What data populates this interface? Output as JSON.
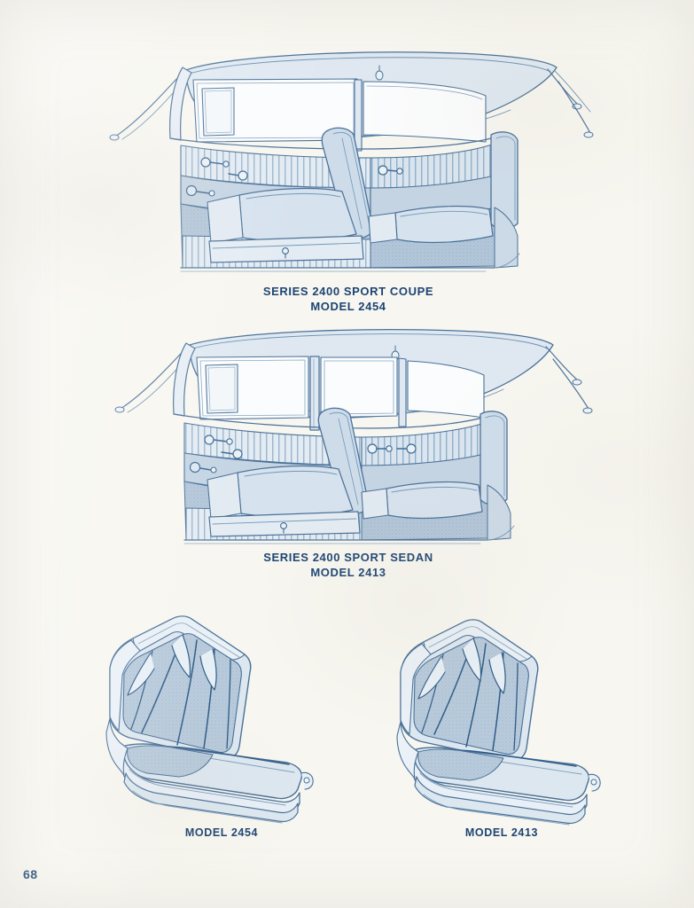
{
  "page": {
    "number": "68",
    "background_color": "#f7f6f0",
    "ink_color": "#1d4472",
    "line_color": "#4a7198",
    "fill_light": "#dce6ef",
    "fill_mid": "#b9cbdc",
    "fill_dark": "#9db5cb"
  },
  "figures": [
    {
      "id": "sport-coupe-interior",
      "icon": "car-interior-cutaway-icon",
      "caption_line1": "SERIES 2400 SPORT COUPE",
      "caption_line2": "MODEL 2454",
      "description": "Cutaway side view of two-door hardtop interior with pleated door panels, front and rear bench seats, headliner and window frames"
    },
    {
      "id": "sport-sedan-interior",
      "icon": "car-interior-cutaway-icon",
      "caption_line1": "SERIES 2400 SPORT SEDAN",
      "caption_line2": "MODEL 2413",
      "description": "Cutaway side view of four-door hardtop interior with pleated door panels, center pillar, front and rear bench seats"
    }
  ],
  "seats": [
    {
      "id": "seat-2454",
      "icon": "bench-seat-icon",
      "caption": "MODEL 2454",
      "description": "Three-quarter view of front bench seat with vertical pleated seatback inserts and bolstered cushion"
    },
    {
      "id": "seat-2413",
      "icon": "bench-seat-icon",
      "caption": "MODEL 2413",
      "description": "Three-quarter view of front bench seat with vertical pleated seatback inserts and bolstered cushion"
    }
  ]
}
